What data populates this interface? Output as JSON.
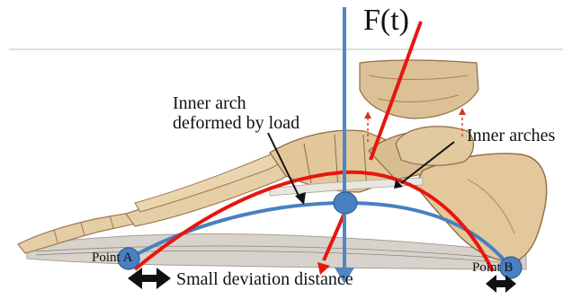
{
  "labels": {
    "force": "F(t)",
    "inner_arch_deformed": [
      "Inner arch",
      "deformed by load"
    ],
    "inner_arches": "Inner arches",
    "point_a": "Point A",
    "point_b": "Point B",
    "small_deviation": "Small deviation distance"
  },
  "colors": {
    "force_arrow": "#4f86c6",
    "arch_blue": "#4a7fc1",
    "load_red": "#e8150f",
    "bone": "#e2c79b",
    "bone_shadow": "#b98d5c",
    "tendon": "#c9c2b8",
    "arrow_black": "#111111",
    "guide_line": "#bdbdbd",
    "dashed_red": "#d9331f"
  }
}
